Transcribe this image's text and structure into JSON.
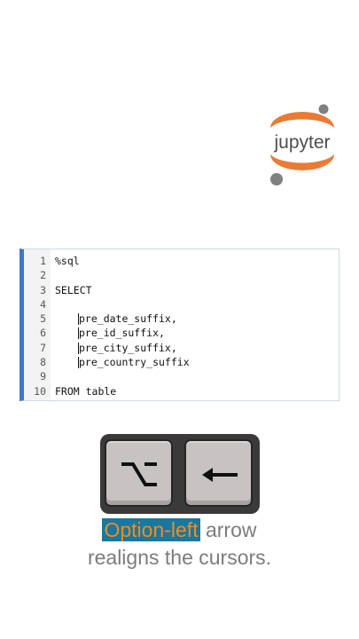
{
  "logo": {
    "wordmark": "jupyter",
    "colors": {
      "orange": "#E97B34",
      "gray": "#808080",
      "wordmark": "#4E4E4E"
    }
  },
  "code_cell": {
    "accent_color": "#3F78C7",
    "lines": [
      {
        "number": "1",
        "text": "%sql"
      },
      {
        "number": "2",
        "text": ""
      },
      {
        "number": "3",
        "text": "SELECT"
      },
      {
        "number": "4",
        "text": ""
      },
      {
        "number": "5",
        "text": "pre_date_suffix,"
      },
      {
        "number": "6",
        "text": "pre_id_suffix,"
      },
      {
        "number": "7",
        "text": "pre_city_suffix,"
      },
      {
        "number": "8",
        "text": "pre_country_suffix"
      },
      {
        "number": "9",
        "text": ""
      },
      {
        "number": "10",
        "text": "FROM table"
      }
    ]
  },
  "keys": {
    "option_key": "option-key-icon",
    "left_arrow_key": "left-arrow-key-icon"
  },
  "caption": {
    "highlight": "Option-left",
    "rest_line1": " arrow",
    "line2": "realigns the cursors.",
    "highlight_text_color": "#F58A1F",
    "highlight_bg_color": "#18789E",
    "text_color": "#7C7C7C"
  }
}
